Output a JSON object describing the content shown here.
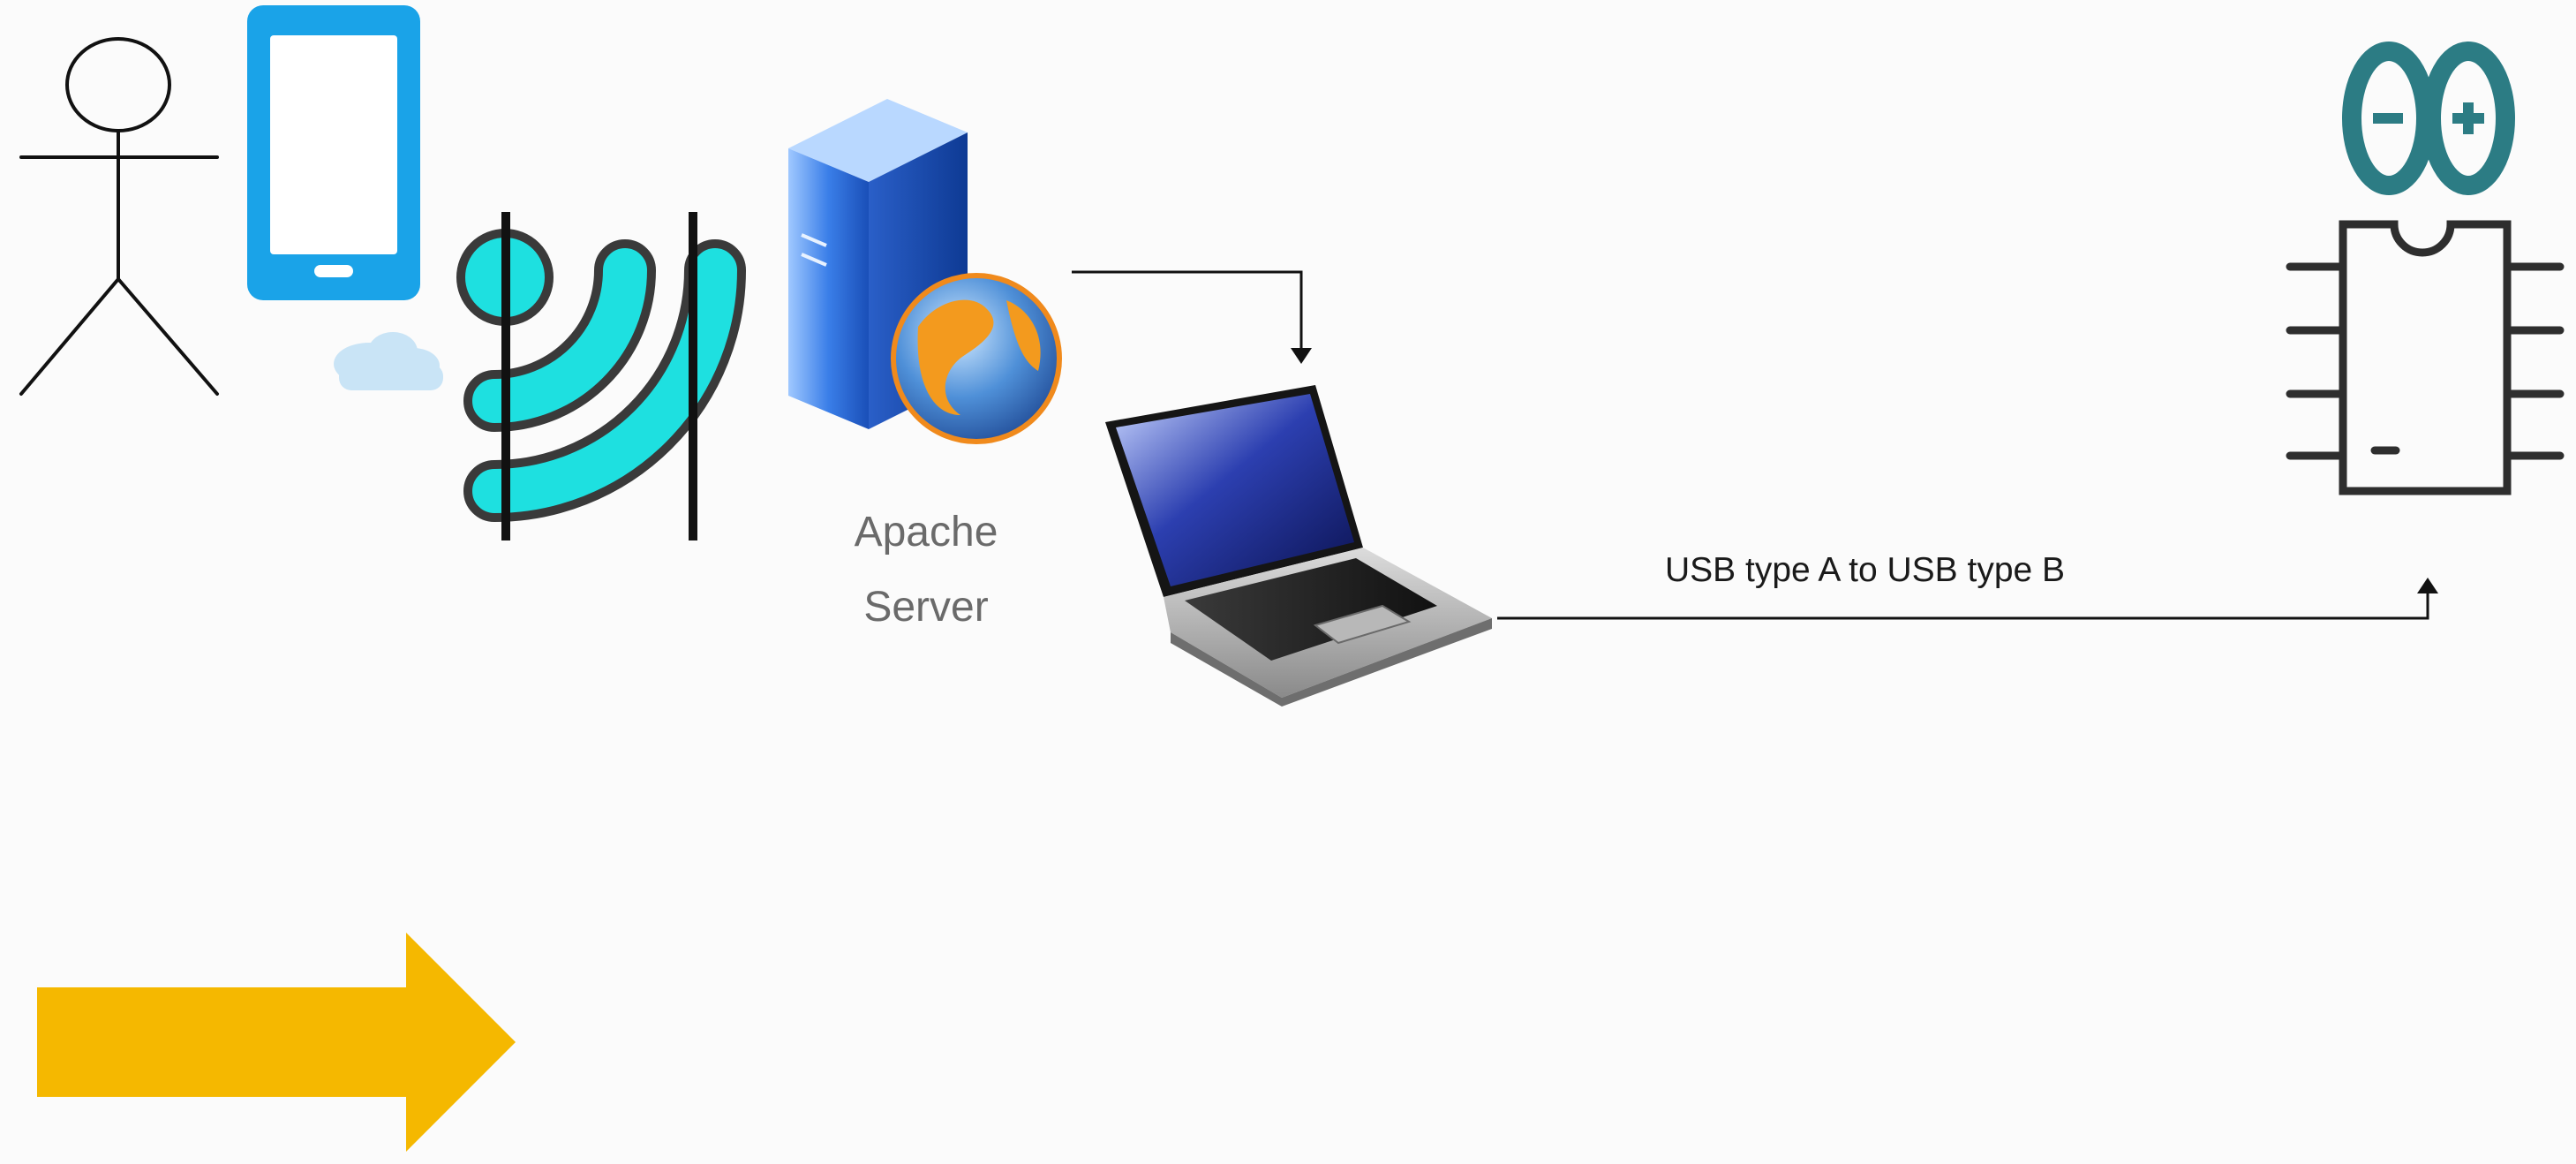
{
  "diagram": {
    "nodes": [
      {
        "id": "user",
        "icon": "stick-figure-actor-icon"
      },
      {
        "id": "phone",
        "icon": "smartphone-icon",
        "color": "#1aa3e8"
      },
      {
        "id": "cloud",
        "icon": "cloud-icon",
        "color": "#c9e4f6"
      },
      {
        "id": "wifi",
        "icon": "wifi-signal-icon",
        "color": "#1ee0e0"
      },
      {
        "id": "server",
        "icon": "web-server-globe-icon",
        "label_lines": [
          "Apache",
          "Server"
        ]
      },
      {
        "id": "laptop",
        "icon": "laptop-icon"
      },
      {
        "id": "arduino",
        "icon": "arduino-chip-icon",
        "color": "#2c7c84"
      }
    ],
    "edges": [
      {
        "from": "server",
        "to": "laptop",
        "label": ""
      },
      {
        "from": "laptop",
        "to": "arduino",
        "label": "USB type A to USB type B"
      }
    ],
    "flow_arrow": {
      "icon": "flow-arrow-icon",
      "color": "#f5b800"
    }
  }
}
